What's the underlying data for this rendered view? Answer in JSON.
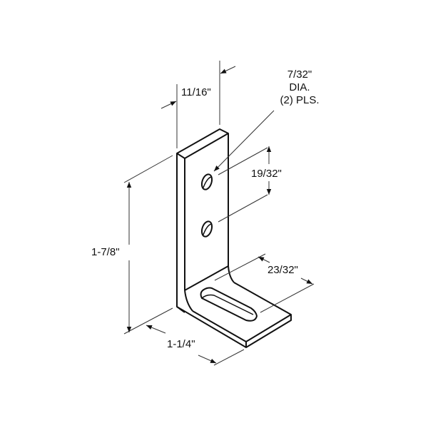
{
  "drawing": {
    "title": "L-bracket dimension drawing",
    "dimensions": {
      "height": "1-7/8\"",
      "base_length": "1-1/4\"",
      "width": "11/16\"",
      "hole_spacing": "19/32\"",
      "slot_offset": "23/32\""
    },
    "hole_note": {
      "line1": "7/32\"",
      "line2": "DIA.",
      "line3": "(2) PLS."
    },
    "line_color": "#111111",
    "dim_color": "#333333"
  }
}
